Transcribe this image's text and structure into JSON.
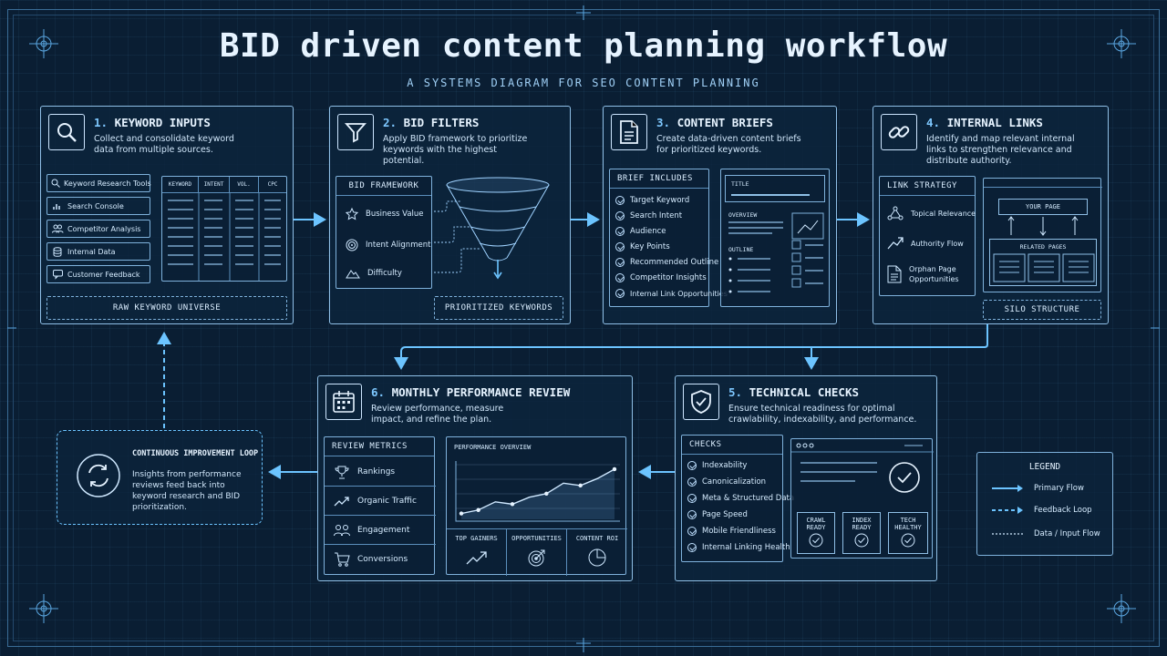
{
  "header": {
    "title": "BID driven content planning workflow",
    "subtitle": "A SYSTEMS DIAGRAM FOR SEO CONTENT PLANNING"
  },
  "colors": {
    "accent": "#7ec8ff",
    "line": "#8fbfe6",
    "background": "#0a1e33"
  },
  "step1": {
    "number": "1.",
    "title": "KEYWORD INPUTS",
    "description": "Collect and consolidate keyword data from multiple sources.",
    "icon": "magnifier-icon",
    "sources": [
      {
        "label": "Keyword Research Tools",
        "icon": "search-icon"
      },
      {
        "label": "Search Console",
        "icon": "bar-chart-icon"
      },
      {
        "label": "Competitor Analysis",
        "icon": "users-icon"
      },
      {
        "label": "Internal Data",
        "icon": "database-icon"
      },
      {
        "label": "Customer Feedback",
        "icon": "chat-icon"
      }
    ],
    "table_headers": [
      "KEYWORD",
      "INTENT",
      "VOL.",
      "CPC"
    ],
    "footer": "RAW KEYWORD UNIVERSE"
  },
  "step2": {
    "number": "2.",
    "title": "BID FILTERS",
    "description": "Apply BID framework to prioritize keywords with the highest potential.",
    "icon": "filter-icon",
    "framework_title": "BID FRAMEWORK",
    "framework_items": [
      {
        "label": "Business Value",
        "icon": "star-icon"
      },
      {
        "label": "Intent Alignment",
        "icon": "target-icon"
      },
      {
        "label": "Difficulty",
        "icon": "mountain-icon"
      }
    ],
    "footer": "PRIORITIZED KEYWORDS"
  },
  "step3": {
    "number": "3.",
    "title": "CONTENT BRIEFS",
    "description": "Create data-driven content briefs for prioritized keywords.",
    "icon": "document-icon",
    "brief_title": "BRIEF INCLUDES",
    "brief_items": [
      "Target Keyword",
      "Search Intent",
      "Audience",
      "Key Points",
      "Recommended Outline",
      "Competitor Insights",
      "Internal Link Opportunities"
    ],
    "doc_title_label": "TITLE",
    "doc_overview_label": "OVERVIEW",
    "doc_outline_label": "OUTLINE"
  },
  "step4": {
    "number": "4.",
    "title": "INTERNAL LINKS",
    "description": "Identify and map relevant internal links to strengthen relevance and distribute authority.",
    "icon": "chain-link-icon",
    "strategy_title": "LINK STRATEGY",
    "strategy_items": [
      {
        "label": "Topical Relevance",
        "icon": "network-icon"
      },
      {
        "label": "Authority Flow",
        "icon": "trend-arrow-icon"
      },
      {
        "label": "Orphan Page Opportunities",
        "icon": "page-icon"
      }
    ],
    "your_page": "YOUR PAGE",
    "related_pages": "RELATED PAGES",
    "footer": "SILO STRUCTURE"
  },
  "step5": {
    "number": "5.",
    "title": "TECHNICAL CHECKS",
    "description": "Ensure technical readiness for optimal crawlability, indexability, and performance.",
    "icon": "shield-check-icon",
    "checks_title": "CHECKS",
    "checks": [
      "Indexability",
      "Canonicalization",
      "Meta & Structured Data",
      "Page Speed",
      "Mobile Friendliness",
      "Internal Linking Health"
    ],
    "badges": [
      {
        "line1": "CRAWL",
        "line2": "READY"
      },
      {
        "line1": "INDEX",
        "line2": "READY"
      },
      {
        "line1": "TECH",
        "line2": "HEALTHY"
      }
    ]
  },
  "step6": {
    "number": "6.",
    "title": "MONTHLY PERFORMANCE REVIEW",
    "description": "Review performance, measure impact, and refine the plan.",
    "icon": "calendar-icon",
    "metrics_title": "REVIEW METRICS",
    "metrics": [
      {
        "label": "Rankings",
        "icon": "trophy-icon"
      },
      {
        "label": "Organic Traffic",
        "icon": "line-trend-icon"
      },
      {
        "label": "Engagement",
        "icon": "people-icon"
      },
      {
        "label": "Conversions",
        "icon": "cart-icon"
      }
    ],
    "overview_title": "PERFORMANCE OVERVIEW",
    "chart_points": [
      0.1,
      0.16,
      0.3,
      0.26,
      0.38,
      0.44,
      0.62,
      0.58,
      0.7,
      0.86
    ],
    "tiles": [
      {
        "label": "TOP GAINERS",
        "icon": "growth-arrow-icon"
      },
      {
        "label": "OPPORTUNITIES",
        "icon": "target-icon"
      },
      {
        "label": "CONTENT ROI",
        "icon": "pie-icon"
      }
    ]
  },
  "loop": {
    "title": "CONTINUOUS IMPROVEMENT LOOP",
    "description": "Insights from performance reviews feed back into keyword research and BID prioritization.",
    "icon": "refresh-icon"
  },
  "legend": {
    "title": "LEGEND",
    "items": [
      "Primary Flow",
      "Feedback Loop",
      "Data / Input Flow"
    ]
  }
}
